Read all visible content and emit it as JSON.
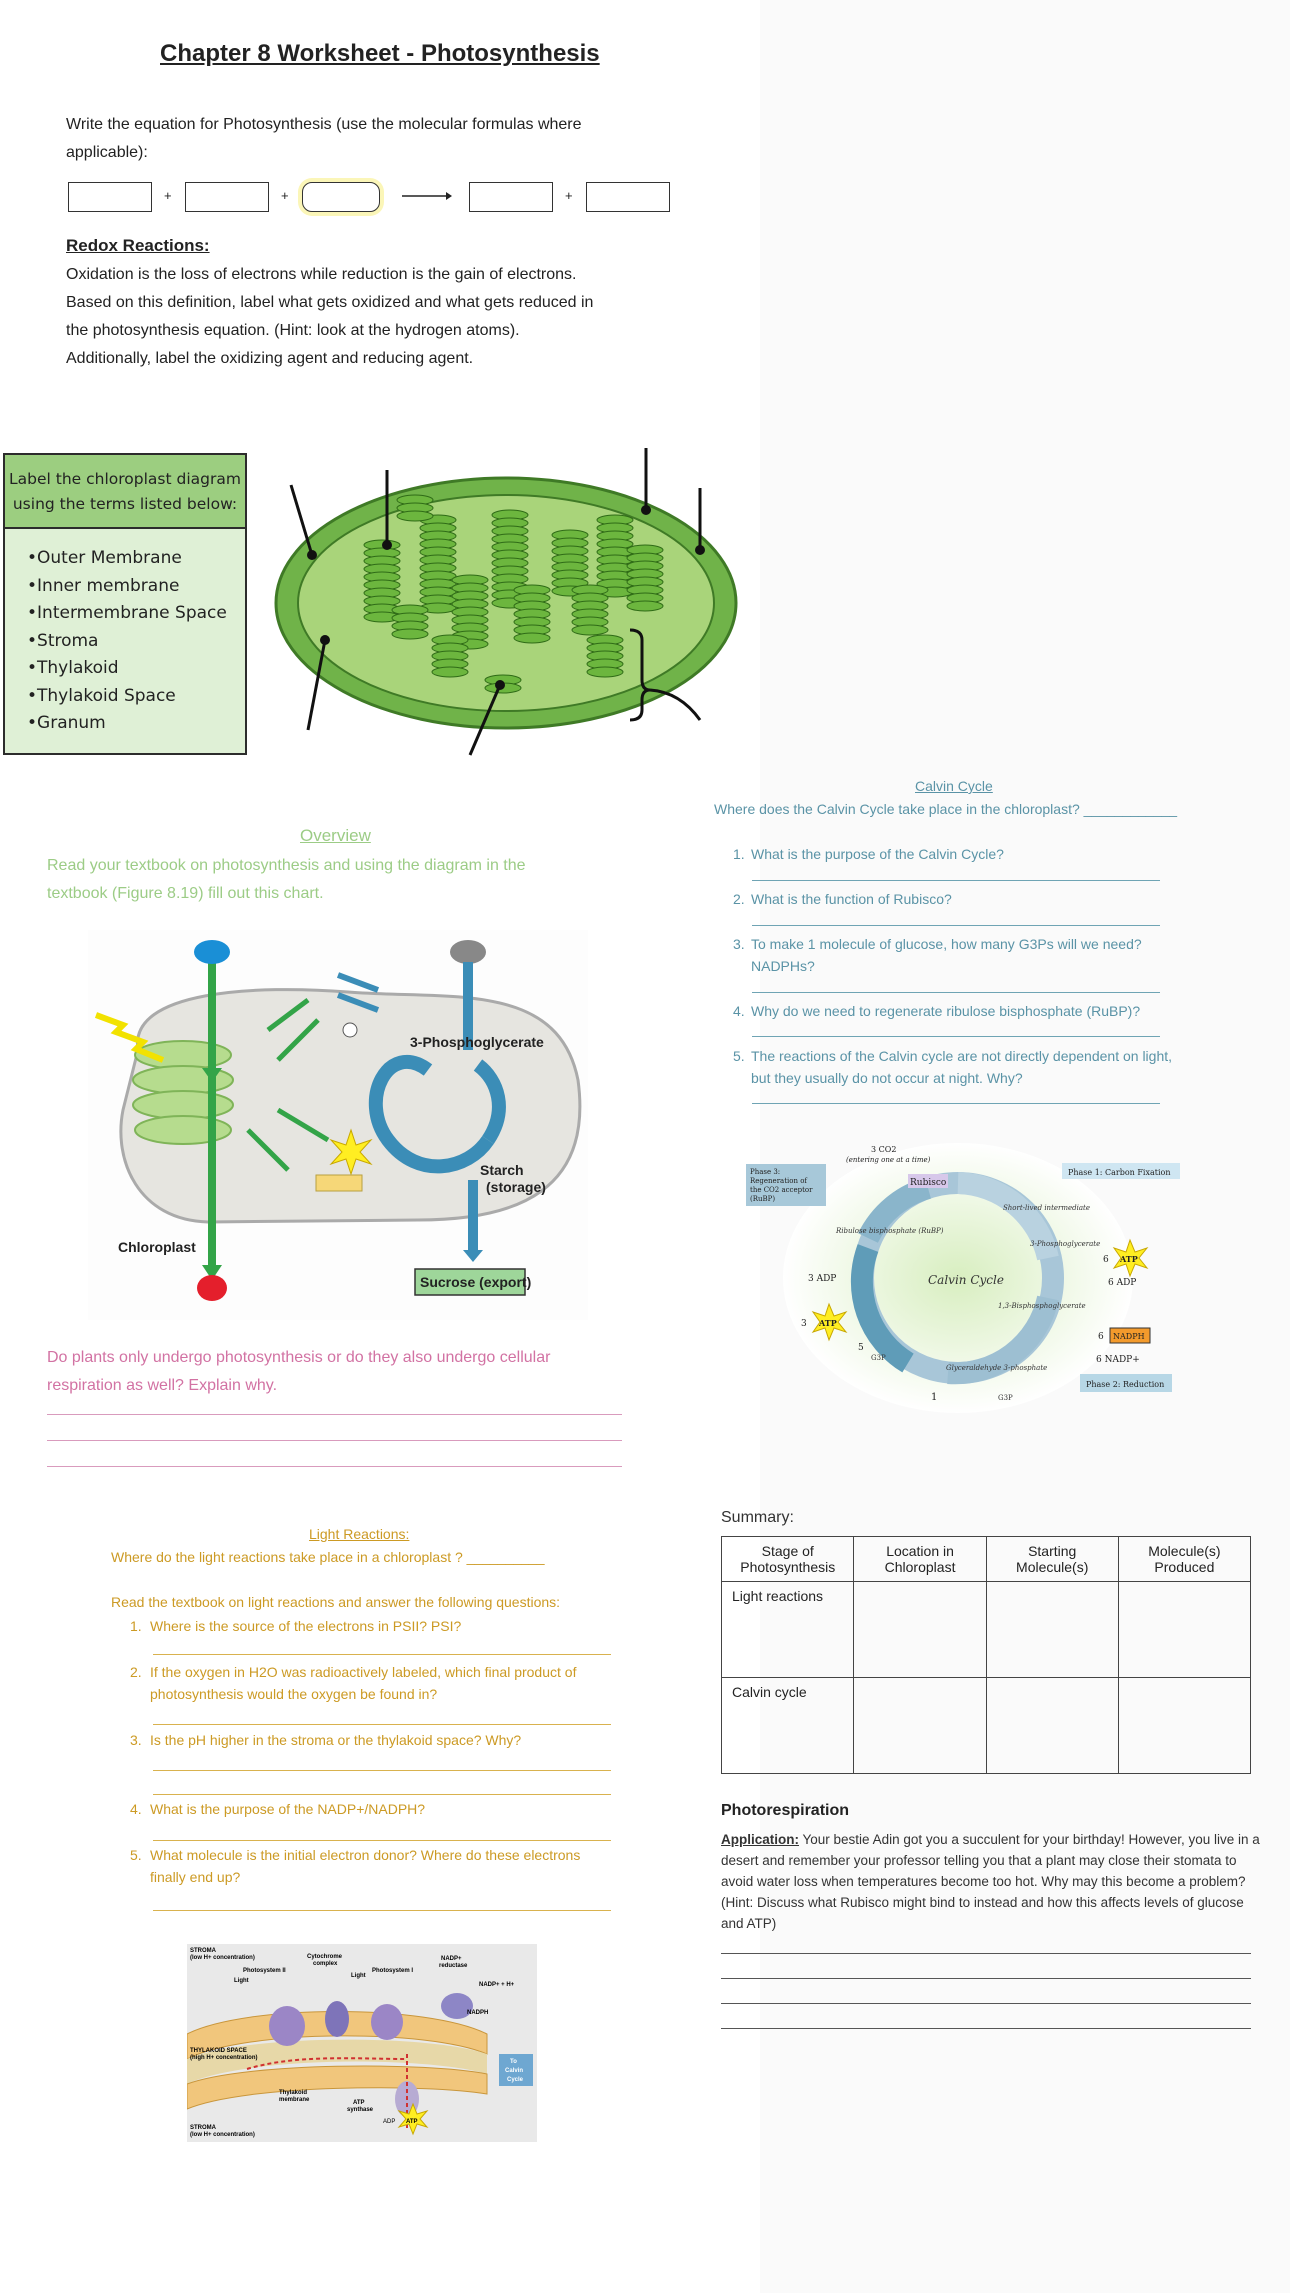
{
  "title": "Chapter 8 Worksheet - Photosynthesis",
  "equation": {
    "prompt": "Write the equation for Photosynthesis (use the molecular formulas where applicable):",
    "plus": "+",
    "arrow": "⟶"
  },
  "redox": {
    "heading": "Redox Reactions:",
    "lines": [
      "Oxidation is the loss of electrons while reduction is the gain of electrons.",
      "Based on this definition, label what gets oxidized and what gets reduced in",
      "the photosynthesis equation. (Hint: look at the hydrogen atoms).",
      "Additionally, label the oxidizing agent and reducing agent."
    ]
  },
  "chloroplast_labels": {
    "heading_line1": "Label the chloroplast diagram",
    "heading_line2": "using the terms listed below:",
    "terms": [
      "•Outer Membrane",
      "•Inner membrane",
      "•Intermembrane Space",
      "•Stroma",
      "•Thylakoid",
      "•Thylakoid Space",
      "•Granum"
    ]
  },
  "overview": {
    "heading": "Overview",
    "line1": "Read your textbook on photosynthesis and using the diagram in the",
    "line2": "textbook (Figure 8.19) fill out this chart.",
    "diagram": {
      "pga": "3-Phosphoglycerate",
      "starch_line1": "Starch",
      "starch_line2": "(storage)",
      "chloroplast": "Chloroplast",
      "sucrose": "Sucrose (export)"
    },
    "colors": {
      "blue": "#1a8fd6",
      "gray": "#888888",
      "red": "#e41f2c",
      "green": "#33a448",
      "teal_arrow": "#3b8db7"
    }
  },
  "plants_question": {
    "line1": "Do plants only undergo photosynthesis or do they also undergo cellular",
    "line2": "respiration as well? Explain why."
  },
  "calvin": {
    "heading": "Calvin Cycle",
    "where": "Where does the Calvin Cycle take place in the chloroplast? ____________",
    "questions": [
      {
        "n": "1.",
        "lines": [
          "What is the purpose of the Calvin Cycle?"
        ]
      },
      {
        "n": "2.",
        "lines": [
          "What is the function of Rubisco?"
        ]
      },
      {
        "n": "3.",
        "lines": [
          "To make 1 molecule of glucose, how many G3Ps will we need?",
          "NADPHs?"
        ]
      },
      {
        "n": "4.",
        "lines": [
          "Why do we need to regenerate ribulose bisphosphate (RuBP)?"
        ]
      },
      {
        "n": "5.",
        "lines": [
          "The reactions of the Calvin cycle are not directly dependent on light,",
          "but they usually do not occur at night. Why?"
        ]
      }
    ],
    "diagram": {
      "center": "Calvin Cycle",
      "phase1": "Phase 1: Carbon Fixation",
      "phase2": "Phase 2: Reduction",
      "phase3_l1": "Phase 3:",
      "phase3_l2": "Regeneration of",
      "phase3_l3": "the CO2 acceptor",
      "phase3_l4": "(RuBP)",
      "co2_l1": "3 CO2",
      "co2_l2": "(entering one at a time)",
      "rubisco": "Rubisco",
      "short_lived": "Short-lived intermediate",
      "pga3": "3-Phosphoglycerate",
      "bpg": "1,3-Bisphosphoglycerate",
      "rubp": "Ribulose bisphosphate (RuBP)",
      "g3p_long": "Glyceraldehyde 3-phosphate",
      "g3p": "G3P",
      "atp": "ATP",
      "adp": "ADP",
      "nadph": "NADPH",
      "nadp": "NADP+",
      "six": "6",
      "three": "3",
      "five": "5",
      "one": "1",
      "three_adp": "3 ADP",
      "six_adp": "6 ADP",
      "six_nadp": "6 NADP+"
    }
  },
  "light": {
    "heading": "Light Reactions:",
    "where": "Where do the light reactions take place in a chloroplast ? __________",
    "intro": "Read the textbook on light reactions and answer the following questions:",
    "questions": [
      {
        "n": "1.",
        "lines": [
          "Where is the source of the electrons in PSII? PSI?"
        ]
      },
      {
        "n": "2.",
        "lines": [
          "If the oxygen in H2O was radioactively labeled, which final product of",
          "photosynthesis would the oxygen be found in?"
        ]
      },
      {
        "n": "3.",
        "lines": [
          "Is the pH higher in the stroma or the thylakoid space? Why?"
        ]
      },
      {
        "n": "4.",
        "lines": [
          "What is the purpose of the NADP+/NADPH?"
        ]
      },
      {
        "n": "5.",
        "lines": [
          "What molecule is the initial electron donor? Where do these electrons",
          "finally end up?"
        ]
      }
    ],
    "diagram": {
      "stroma_top_l1": "STROMA",
      "stroma_top_l2": "(low H+ concentration)",
      "ps2": "Photosystem II",
      "cyt_l1": "Cytochrome",
      "cyt_l2": "complex",
      "ps1": "Photosystem I",
      "nadp_red_l1": "NADP+",
      "nadp_red_l2": "reductase",
      "light": "Light",
      "nadp_h": "NADP+ + H+",
      "nadph": "NADPH",
      "thyl_space_l1": "THYLAKOID SPACE",
      "thyl_space_l2": "(high H+ concentration)",
      "thyl_mem_l1": "Thylakoid",
      "thyl_mem_l2": "membrane",
      "atp_syn_l1": "ATP",
      "atp_syn_l2": "synthase",
      "to_calvin_l1": "To",
      "to_calvin_l2": "Calvin",
      "to_calvin_l3": "Cycle",
      "stroma_bot_l1": "STROMA",
      "stroma_bot_l2": "(low H+ concentration)",
      "atp": "ATP",
      "adp": "ADP"
    }
  },
  "summary": {
    "label": "Summary:",
    "headers": [
      [
        "Stage of",
        "Photosynthesis"
      ],
      [
        "Location in",
        "Chloroplast"
      ],
      [
        "Starting",
        "Molecule(s)"
      ],
      [
        "Molecule(s)",
        "Produced"
      ]
    ],
    "rows": [
      "Light reactions",
      "Calvin cycle"
    ]
  },
  "photorespiration": {
    "heading": "Photorespiration",
    "app_label": "Application:",
    "lines": [
      " Your bestie Adin got you a succulent for your birthday! However, you live in a",
      "desert and remember your professor telling you that a plant may close their stomata to",
      "avoid water loss when temperatures become too hot. Why may this become a problem?",
      "(Hint: Discuss what Rubisco might bind to instead and how this affects levels of glucose",
      "and ATP)"
    ]
  }
}
